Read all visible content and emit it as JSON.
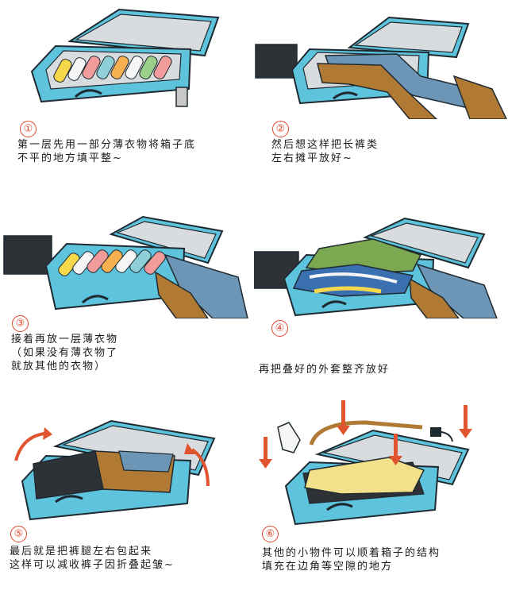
{
  "steps": [
    {
      "num": "①",
      "lines": [
        "第一层先用一部分薄衣物将箱子底",
        "不平的地方填平整~"
      ]
    },
    {
      "num": "②",
      "lines": [
        "然后想这样把长裤类",
        "左右摊平放好~"
      ]
    },
    {
      "num": "③",
      "lines": [
        "接着再放一层薄衣物",
        "（如果没有薄衣物了",
        "就放其他的衣物）"
      ]
    },
    {
      "num": "④",
      "lines": [
        "再把叠好的外套整齐放好"
      ]
    },
    {
      "num": "⑤",
      "lines": [
        "最后就是把裤腿左右包起来",
        "这样可以减收裤子因折叠起皱~"
      ]
    },
    {
      "num": "⑥",
      "lines": [
        "其他的小物件可以顺着箱子的结构",
        "填充在边角等空隙的地方"
      ]
    }
  ],
  "colors": {
    "suitcase": "#5ec3dc",
    "suitcase_inner": "#d9dcdf",
    "outline": "#1f2a30",
    "pants_brown": "#b07a35",
    "pants_blue": "#6d95b5",
    "coat_green": "#7da852",
    "arrow_red": "#e0542f",
    "number_red": "#e0452b",
    "clothes": [
      "#f6d84a",
      "#f29b9b",
      "#8fd0d8",
      "#f5f5f5",
      "#f7b04f",
      "#9bd08a"
    ]
  }
}
